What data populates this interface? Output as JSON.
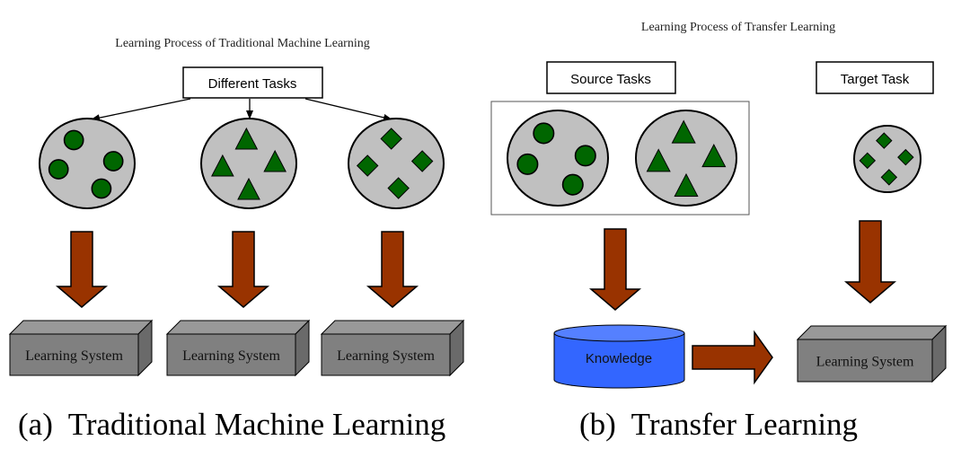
{
  "colors": {
    "arrow_fill": "#993300",
    "task_circle_fill": "#c0c0c0",
    "shape_fill": "#006600",
    "system_front": "#808080",
    "system_top": "#999999",
    "system_side": "#6a6a6a",
    "knowledge_fill": "#3366ff",
    "knowledge_top": "#5580ff"
  },
  "panel_a": {
    "heading": "Learning Process of Traditional Machine Learning",
    "tasks_box_label": "Different Tasks",
    "task_groups": [
      {
        "shape": "circle",
        "count": 4
      },
      {
        "shape": "triangle",
        "count": 4
      },
      {
        "shape": "diamond",
        "count": 4
      }
    ],
    "systems": [
      "Learning System",
      "Learning System",
      "Learning System"
    ],
    "caption": "(a)  Traditional Machine Learning"
  },
  "panel_b": {
    "heading": "Learning Process of Transfer Learning",
    "source_label": "Source Tasks",
    "target_label": "Target Task",
    "source_groups": [
      {
        "shape": "circle",
        "count": 4
      },
      {
        "shape": "triangle",
        "count": 4
      }
    ],
    "target_group": {
      "shape": "diamond",
      "count": 4
    },
    "knowledge_label": "Knowledge",
    "system_label": "Learning System",
    "caption": "(b)  Transfer Learning"
  }
}
